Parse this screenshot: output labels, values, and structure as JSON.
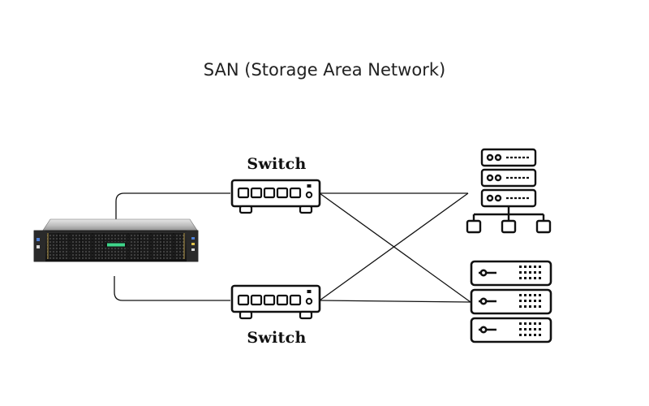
{
  "diagram": {
    "title": "SAN (Storage Area Network)",
    "switches": [
      {
        "id": "switch-top",
        "label": "Switch"
      },
      {
        "id": "switch-bottom",
        "label": "Switch"
      }
    ],
    "nodes": [
      {
        "id": "storage-array",
        "icon": "storage-array-icon"
      },
      {
        "id": "switch-top",
        "icon": "network-switch-icon"
      },
      {
        "id": "switch-bottom",
        "icon": "network-switch-icon"
      },
      {
        "id": "server-cluster",
        "icon": "server-network-icon"
      },
      {
        "id": "server-rack",
        "icon": "server-rack-icon"
      }
    ],
    "connections": [
      {
        "from": "storage-array",
        "to": "switch-top"
      },
      {
        "from": "storage-array",
        "to": "switch-bottom"
      },
      {
        "from": "switch-top",
        "to": "server-cluster"
      },
      {
        "from": "switch-top",
        "to": "server-rack"
      },
      {
        "from": "switch-bottom",
        "to": "server-cluster"
      },
      {
        "from": "switch-bottom",
        "to": "server-rack"
      }
    ],
    "colors": {
      "line": "#111111",
      "accent": "#3fd58a",
      "device_dark": "#1c1c1c"
    }
  }
}
